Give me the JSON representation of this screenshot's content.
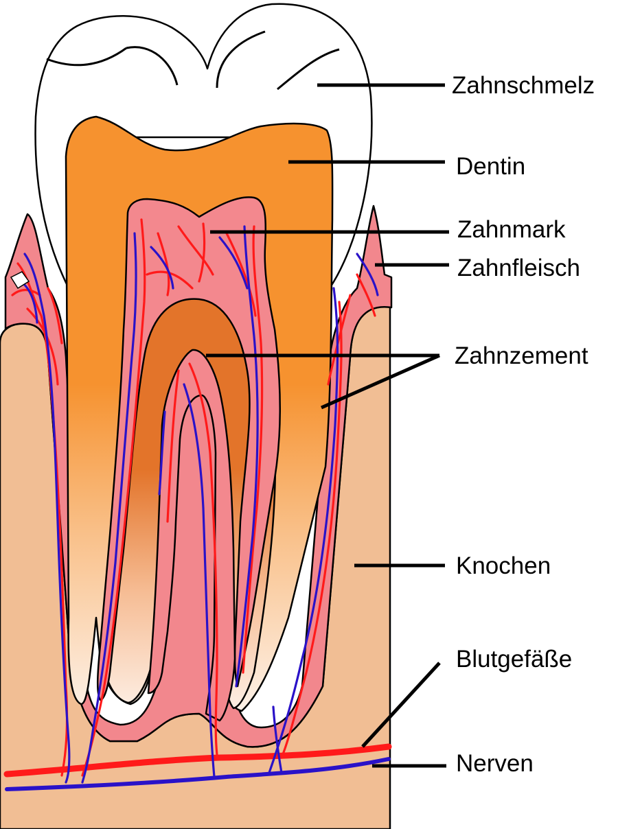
{
  "labels": {
    "zahnschmelz": "Zahnschmelz",
    "dentin": "Dentin",
    "zahnmark": "Zahnmark",
    "zahnfleisch": "Zahnfleisch",
    "zahnzement": "Zahnzement",
    "knochen": "Knochen",
    "blutgefaesse": "Blutgefäße",
    "nerven": "Nerven"
  },
  "colors": {
    "enamel": "#ffffff",
    "dentin": "#f6922f",
    "dentin_dark": "#e3742a",
    "pulp": "#f3888e",
    "gum": "#f2878d",
    "bone": "#f1be94",
    "blood_vessel": "#ff1a1a",
    "nerve": "#2a12c8",
    "outline": "#000000"
  }
}
